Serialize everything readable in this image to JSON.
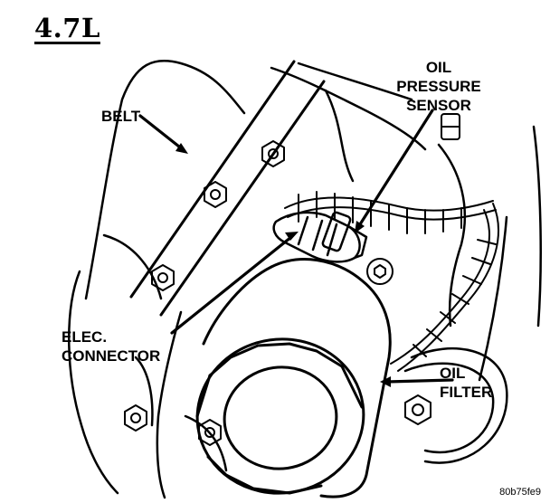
{
  "title": "4.7L",
  "labels": {
    "belt": "BELT",
    "oil_pressure_sensor": "OIL\nPRESSURE\nSENSOR",
    "elec_connector": "ELEC.\nCONNECTOR",
    "oil_filter": "OIL\nFILTER"
  },
  "figure_code": "80b75fe9"
}
